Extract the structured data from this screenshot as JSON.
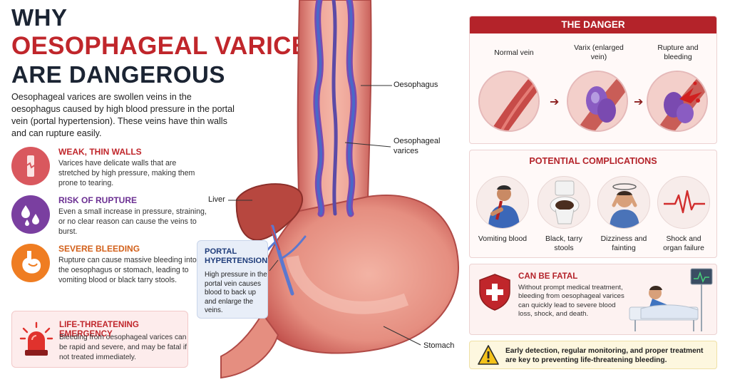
{
  "title": {
    "line1": "WHY",
    "line2": "OESOPHAGEAL VARICES",
    "line3": "ARE DANGEROUS"
  },
  "intro": "Oesophageal varices are swollen veins in the oesophagus caused by high blood pressure in the portal vein (portal hypertension). These veins have thin walls and can rupture easily.",
  "features": [
    {
      "title": "WEAK, THIN WALLS",
      "desc": "Varices have delicate walls that are stretched by high pressure, making them prone to tearing.",
      "icon": "torn-wall-icon",
      "color": "#d9585e",
      "title_color": "#c0262b"
    },
    {
      "title": "RISK OF RUPTURE",
      "desc": "Even a small increase in pressure, straining, or no clear reason can cause the veins to burst.",
      "icon": "blood-drops-icon",
      "color": "#7a3fa0",
      "title_color": "#6b2f92"
    },
    {
      "title": "SEVERE BLEEDING",
      "desc": "Rupture can cause massive bleeding into the oesophagus or stomach, leading to vomiting blood or black tarry stools.",
      "icon": "stomach-icon",
      "color": "#ef7d22",
      "title_color": "#d2601a"
    }
  ],
  "emergency": {
    "title": "LIFE-THREATENING EMERGENCY",
    "desc": "Bleeding from oesophageal varices can be rapid and severe, and may be fatal if not treated immediately.",
    "icon": "siren-icon"
  },
  "anatomy": {
    "labels": {
      "oesophagus": "Oesophagus",
      "varices": "Oesophageal varices",
      "liver": "Liver",
      "stomach": "Stomach"
    },
    "portal": {
      "title": "PORTAL HYPERTENSION",
      "desc": "High pressure in the portal vein causes blood to back up and enlarge the veins."
    }
  },
  "danger": {
    "heading": "THE DANGER",
    "stages": [
      {
        "label": "Normal vein"
      },
      {
        "label": "Varix (enlarged vein)"
      },
      {
        "label": "Rupture and bleeding"
      }
    ]
  },
  "complications": {
    "heading": "POTENTIAL COMPLICATIONS",
    "items": [
      {
        "label": "Vomiting blood",
        "icon": "vomiting-person-icon"
      },
      {
        "label": "Black, tarry stools",
        "icon": "toilet-icon"
      },
      {
        "label": "Dizziness and fainting",
        "icon": "dizzy-person-icon"
      },
      {
        "label": "Shock and organ failure",
        "icon": "heartbeat-icon"
      }
    ]
  },
  "fatal": {
    "title": "CAN BE FATAL",
    "desc": "Without prompt medical treatment, bleeding from oesophageal varices can quickly lead to severe blood loss, shock, and death.",
    "icon": "shield-cross-icon"
  },
  "tip": {
    "text": "Early detection, regular monitoring, and proper treatment are key to preventing life-threatening bleeding.",
    "icon": "warning-icon"
  },
  "colors": {
    "accent_red": "#b4232a",
    "navy": "#1b2433",
    "vein_blue": "#3b5db8",
    "tissue": "#e79a8f"
  }
}
